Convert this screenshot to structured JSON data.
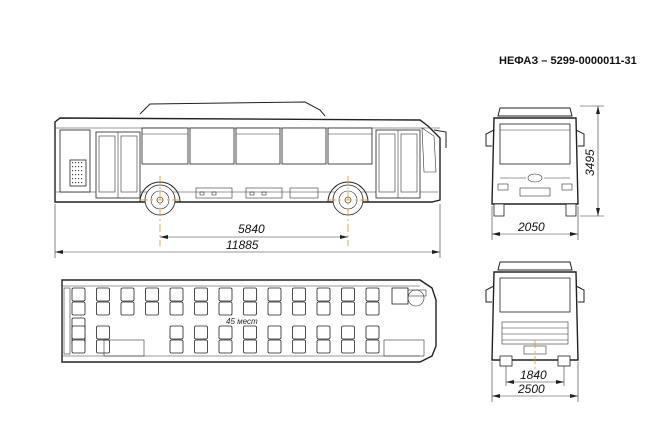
{
  "title": "НЕФАЗ – 5299-0000011-31",
  "seats_label": "45 мест",
  "dimensions": {
    "wheelbase": "5840",
    "overall_length": "11885",
    "height": "3495",
    "rear_width": "2050",
    "track_width": "1840",
    "overall_width": "2500"
  },
  "colors": {
    "line": "#222222",
    "centerline": "#d39a2a"
  }
}
